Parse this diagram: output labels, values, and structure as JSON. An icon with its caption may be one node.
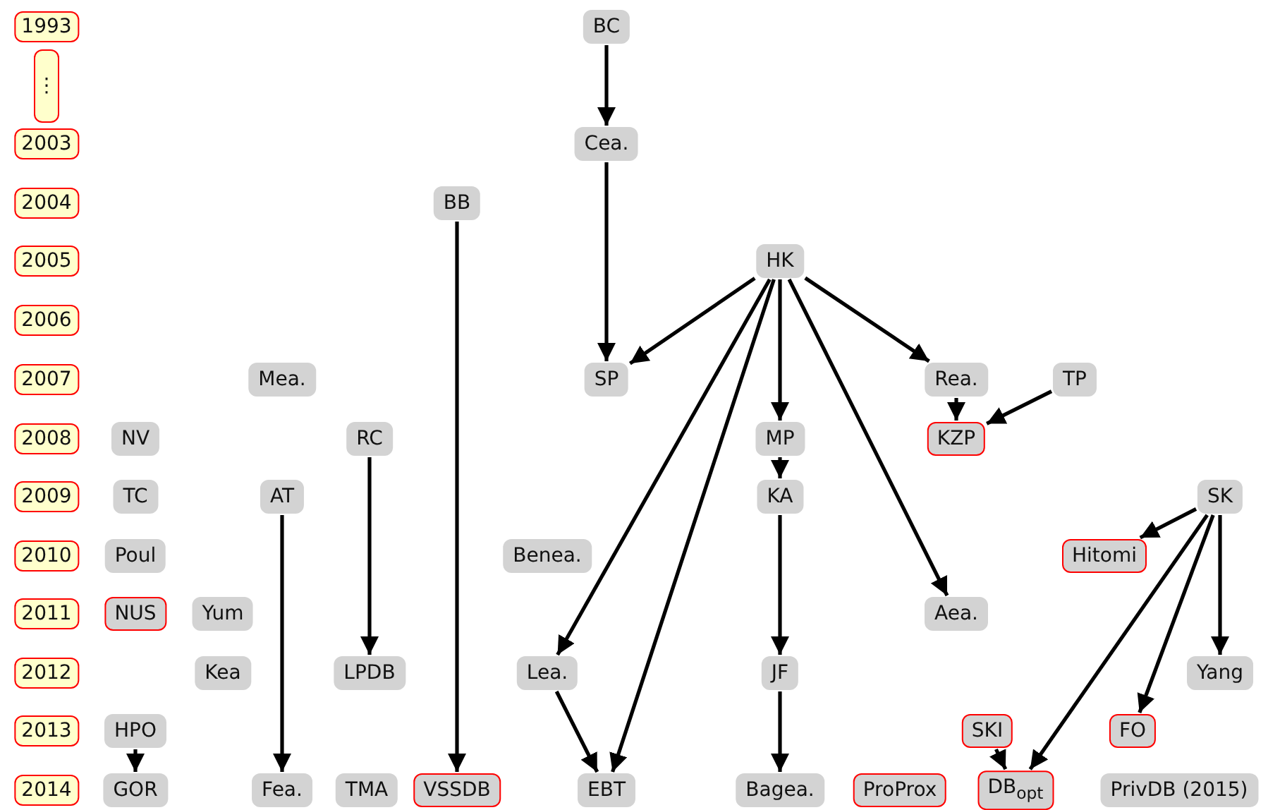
{
  "diagram": {
    "nodes": [
      {
        "text": [
          "1993"
        ]
      },
      {
        "text": [
          "⋮"
        ]
      },
      {
        "text": [
          "2003"
        ]
      },
      {
        "text": [
          "2004"
        ]
      },
      {
        "text": [
          "2005"
        ]
      },
      {
        "text": [
          "2006"
        ]
      },
      {
        "text": [
          "2007"
        ]
      },
      {
        "text": [
          "2008"
        ]
      },
      {
        "text": [
          "2009"
        ]
      },
      {
        "text": [
          "2010"
        ]
      },
      {
        "text": [
          "2011"
        ]
      },
      {
        "text": [
          "2012"
        ]
      },
      {
        "text": [
          "2013"
        ]
      },
      {
        "text": [
          "2014"
        ]
      },
      {
        "text": [
          "BC"
        ]
      },
      {
        "text": [
          "Cea."
        ]
      },
      {
        "text": [
          "BB"
        ]
      },
      {
        "text": [
          "HK"
        ]
      },
      {
        "text": [
          "Mea."
        ]
      },
      {
        "text": [
          "SP"
        ]
      },
      {
        "text": [
          "Rea."
        ]
      },
      {
        "text": [
          "TP"
        ]
      },
      {
        "text": [
          "NV"
        ]
      },
      {
        "text": [
          "RC"
        ]
      },
      {
        "text": [
          "MP"
        ]
      },
      {
        "text": [
          "KZP"
        ]
      },
      {
        "text": [
          "TC"
        ]
      },
      {
        "text": [
          "AT"
        ]
      },
      {
        "text": [
          "KA"
        ]
      },
      {
        "text": [
          "SK"
        ]
      },
      {
        "text": [
          "Poul"
        ]
      },
      {
        "text": [
          "Benea."
        ]
      },
      {
        "text": [
          "Hitomi"
        ]
      },
      {
        "text": [
          "NUS"
        ]
      },
      {
        "text": [
          "Yum"
        ]
      },
      {
        "text": [
          "Aea."
        ]
      },
      {
        "text": [
          "Kea"
        ]
      },
      {
        "text": [
          "LPDB"
        ]
      },
      {
        "text": [
          "Lea."
        ]
      },
      {
        "text": [
          "JF"
        ]
      },
      {
        "text": [
          "Yang"
        ]
      },
      {
        "text": [
          "HPO"
        ]
      },
      {
        "text": [
          "SKI"
        ]
      },
      {
        "text": [
          "FO"
        ]
      },
      {
        "text": [
          "GOR"
        ]
      },
      {
        "text": [
          "Fea."
        ]
      },
      {
        "text": [
          "TMA"
        ]
      },
      {
        "text": [
          "VSSDB"
        ]
      },
      {
        "text": [
          "EBT"
        ]
      },
      {
        "text": [
          "Bagea."
        ]
      },
      {
        "text": [
          "ProProx"
        ]
      },
      {
        "text": [
          "DB$_{opt}$"
        ]
      },
      {
        "text": [
          "PrivDB (2015)"
        ]
      }
    ],
    "edges": [
      {
        "from": 14,
        "to": 15,
        "arrow": "to"
      },
      {
        "from": 15,
        "to": 19,
        "arrow": "to"
      },
      {
        "from": 16,
        "to": 47,
        "arrow": "to"
      },
      {
        "from": 17,
        "to": 19,
        "arrow": "to"
      },
      {
        "from": 17,
        "to": 38,
        "arrow": "to"
      },
      {
        "from": 17,
        "to": 48,
        "arrow": "to"
      },
      {
        "from": 17,
        "to": 24,
        "arrow": "to"
      },
      {
        "from": 17,
        "to": 35,
        "arrow": "to"
      },
      {
        "from": 17,
        "to": 20,
        "arrow": "to"
      },
      {
        "from": 20,
        "to": 25,
        "arrow": "to"
      },
      {
        "from": 21,
        "to": 25,
        "arrow": "to"
      },
      {
        "from": 23,
        "to": 37,
        "arrow": "to"
      },
      {
        "from": 24,
        "to": 28,
        "arrow": "to"
      },
      {
        "from": 27,
        "to": 45,
        "arrow": "to"
      },
      {
        "from": 28,
        "to": 39,
        "arrow": "to"
      },
      {
        "from": 29,
        "to": 32,
        "arrow": "to"
      },
      {
        "from": 29,
        "to": 51,
        "arrow": "to"
      },
      {
        "from": 29,
        "to": 43,
        "arrow": "to"
      },
      {
        "from": 29,
        "to": 40,
        "arrow": "to"
      },
      {
        "from": 38,
        "to": 48,
        "arrow": "to"
      },
      {
        "from": 39,
        "to": 49,
        "arrow": "to"
      },
      {
        "from": 41,
        "to": 44,
        "arrow": "to"
      },
      {
        "from": 42,
        "to": 51,
        "arrow": "to"
      }
    ]
  }
}
